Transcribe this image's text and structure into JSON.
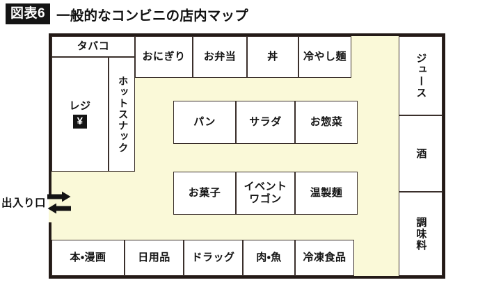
{
  "header": {
    "figure_tag": "図表6",
    "title": "一般的なコンビニの店内マップ"
  },
  "colors": {
    "floor": "#faf9d8",
    "frame_border": "#231a17",
    "shelf_border": "#3a2f2b",
    "shelf_fill": "#ffffff",
    "tag_background": "#141414",
    "tag_text": "#ffffff"
  },
  "map": {
    "entrance": {
      "label": "出入り口",
      "arrows": [
        "arrow-right-icon",
        "arrow-left-icon"
      ]
    },
    "counter_area": {
      "tobacco": "タバコ",
      "register": "レジ",
      "register_badge": "¥",
      "hot_snack": "ホットスナック"
    },
    "top_row": [
      "おにぎり",
      "お弁当",
      "丼",
      "冷やし麺"
    ],
    "middle_row": [
      "パン",
      "サラダ",
      "お惣菜"
    ],
    "lower_row": [
      "お菓子",
      "イベント\nワゴン",
      "温製麺"
    ],
    "lower_row_lines": {
      "event_wagon_line1": "イベント",
      "event_wagon_line2": "ワゴン"
    },
    "bottom_row": [
      "本・漫画",
      "日用品",
      "ドラッグ",
      "肉・魚",
      "冷凍食品"
    ],
    "right_column": [
      "ジュース",
      "酒",
      "調味料"
    ]
  }
}
